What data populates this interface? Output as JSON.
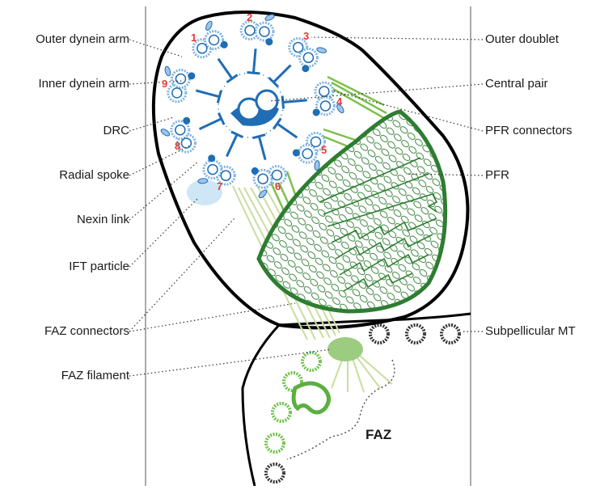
{
  "labels_left": [
    {
      "id": "outer-dynein-arm",
      "text": "Outer dynein arm"
    },
    {
      "id": "inner-dynein-arm",
      "text": "Inner dynein arm"
    },
    {
      "id": "drc",
      "text": "DRC"
    },
    {
      "id": "radial-spoke",
      "text": "Radial spoke"
    },
    {
      "id": "nexin-link",
      "text": "Nexin link"
    },
    {
      "id": "ift-particle",
      "text": "IFT particle"
    },
    {
      "id": "faz-connectors",
      "text": "FAZ connectors"
    },
    {
      "id": "faz-filament",
      "text": "FAZ filament"
    }
  ],
  "labels_right": [
    {
      "id": "outer-doublet",
      "text": "Outer doublet"
    },
    {
      "id": "central-pair",
      "text": "Central pair"
    },
    {
      "id": "pfr-connectors",
      "text": "PFR connectors"
    },
    {
      "id": "pfr",
      "text": "PFR"
    },
    {
      "id": "subpellicular-mt",
      "text": "Subpellicular MT"
    }
  ],
  "region_label": "FAZ",
  "doublet_numbers": [
    "1",
    "2",
    "3",
    "4",
    "5",
    "6",
    "7",
    "8",
    "9"
  ],
  "colors": {
    "axoneme_blue": "#1f6db5",
    "microtubule_light_blue": "#7fb3e0",
    "pfr_green": "#2e7d32",
    "connector_green": "#7cc04a",
    "faz_light_green": "#c8dea0",
    "ift_blue": "#cfe6f7",
    "number_red": "#e53935"
  }
}
